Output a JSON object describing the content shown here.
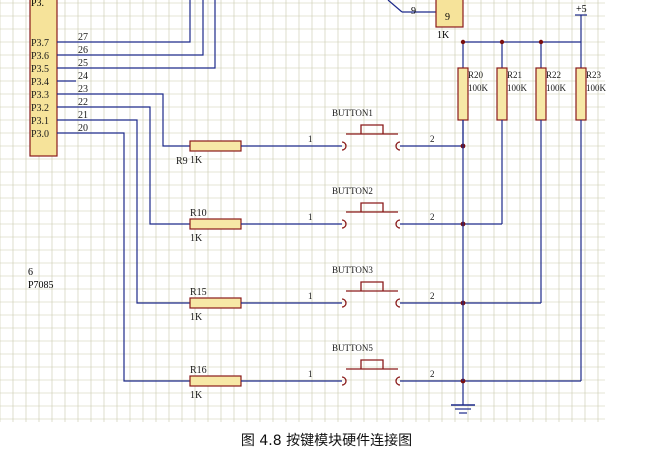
{
  "mcu": {
    "top_partial_label": "P3.",
    "pins": [
      {
        "name": "P3.7",
        "num": "27"
      },
      {
        "name": "P3.6",
        "num": "26"
      },
      {
        "name": "P3.5",
        "num": "25"
      },
      {
        "name": "P3.4",
        "num": "24"
      },
      {
        "name": "P3.3",
        "num": "23"
      },
      {
        "name": "P3.2",
        "num": "22"
      },
      {
        "name": "P3.1",
        "num": "21"
      },
      {
        "name": "P3.0",
        "num": "20"
      }
    ],
    "side_labels": [
      "6",
      "P7085"
    ]
  },
  "resistor_pack": {
    "pin_label": "9",
    "pin_label_inner": "9",
    "value": "1K"
  },
  "vcc_label": "+5",
  "pullups": [
    {
      "ref": "R20",
      "value": "100K"
    },
    {
      "ref": "R21",
      "value": "100K"
    },
    {
      "ref": "R22",
      "value": "100K"
    },
    {
      "ref": "R23",
      "value": "100K"
    }
  ],
  "series_resistors": [
    {
      "ref": "R9",
      "value": "1K"
    },
    {
      "ref": "R10",
      "value": "1K"
    },
    {
      "ref": "R15",
      "value": "1K"
    },
    {
      "ref": "R16",
      "value": "1K"
    }
  ],
  "buttons": [
    {
      "ref": "BUTTON1",
      "pin1": "1",
      "pin2": "2"
    },
    {
      "ref": "BUTTON2",
      "pin1": "1",
      "pin2": "2"
    },
    {
      "ref": "BUTTON3",
      "pin1": "1",
      "pin2": "2"
    },
    {
      "ref": "BUTTON5",
      "pin1": "1",
      "pin2": "2"
    }
  ],
  "caption": "图 4.8  按键模块硬件连接图",
  "colors": {
    "grid": "#c9c9ae",
    "wire": "#1d2a8a",
    "component": "#8a1a1a",
    "component_fill": "#f7e8a6",
    "chip_fill": "#f6e39a",
    "junction": "#7a0f0f",
    "text": "#1a1a1a"
  }
}
